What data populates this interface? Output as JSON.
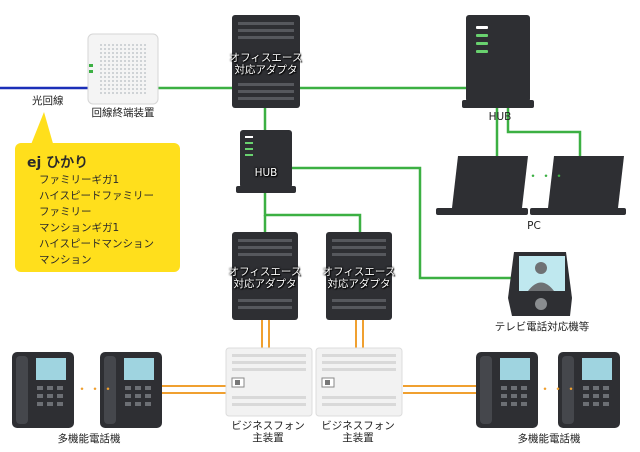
{
  "labels": {
    "optical_line": "光回線",
    "onu": "回線終端装置",
    "office_adapter": "オフィスエース\n対応アダプタ",
    "hub": "HUB",
    "pc": "PC",
    "video_phone": "テレビ電話対応機等",
    "business_phone": "ビジネスフォン\n主装置",
    "multi_phone": "多機能電話機"
  },
  "callout": {
    "title": "ej ひかり",
    "plans": [
      "ファミリーギガ1",
      "ハイスピードファミリー",
      "ファミリー",
      "マンションギガ1",
      "ハイスピードマンション",
      "マンション"
    ]
  },
  "ellipsis": "・・・",
  "colors": {
    "optical": "#1b2fb8",
    "lan": "#3cb043",
    "phone_line": "#f0a030",
    "callout_bg": "#ffdf1c",
    "device_dark": "#2e2f33",
    "device_light": "#f2f2f2"
  }
}
